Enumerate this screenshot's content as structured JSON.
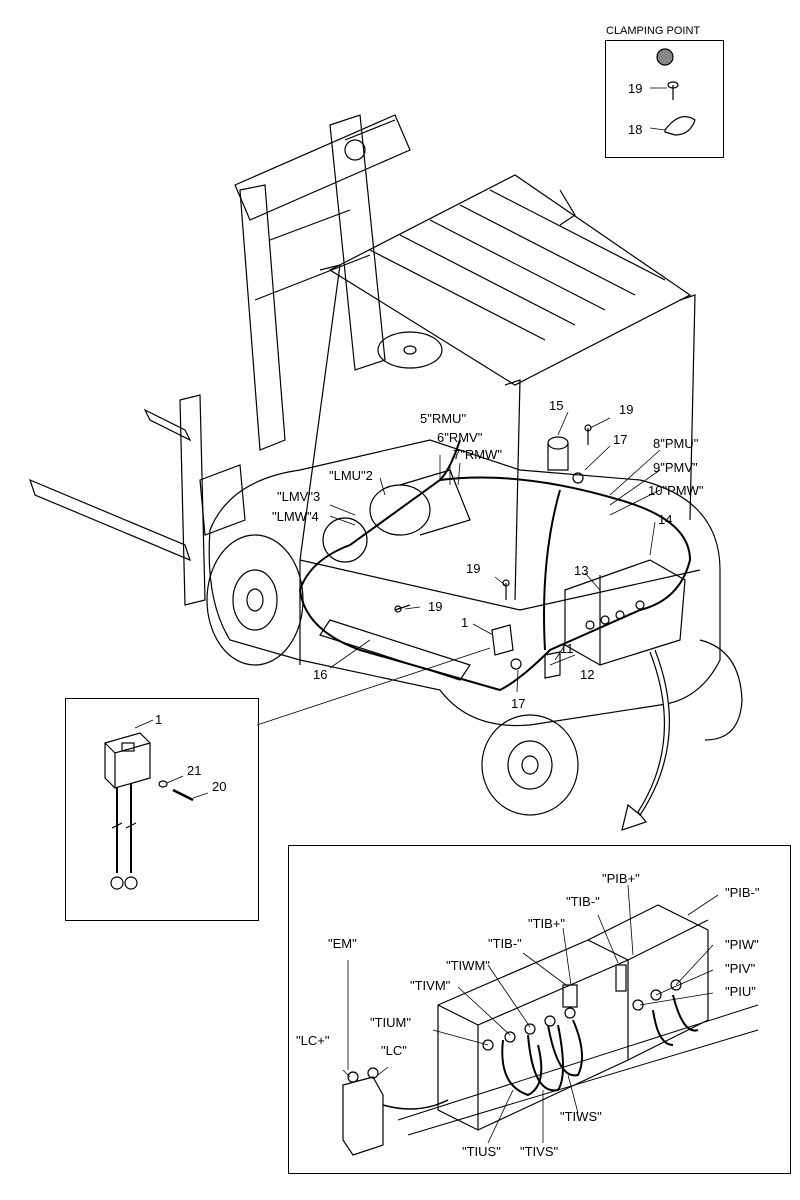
{
  "inset_clamp": {
    "title": "CLAMPING POINT",
    "parts": [
      "19",
      "18"
    ]
  },
  "main_callouts": {
    "p1": "1",
    "p11": "11",
    "p12": "12",
    "p13": "13",
    "p14": "14",
    "p15": "15",
    "p16": "16",
    "p17a": "17",
    "p17b": "17",
    "p19a": "19",
    "p19b": "19",
    "p19c": "19",
    "w2": "\"LMU\"2",
    "w3": "\"LMV\"3",
    "w4": "\"LMW\"4",
    "w5": "5\"RMU\"",
    "w6": "6\"RMV\"",
    "w7": "7\"RMW\"",
    "w8": "8\"PMU\"",
    "w9": "9\"PMV\"",
    "w10": "10\"PMW\""
  },
  "inset_connector": {
    "parts": [
      "1",
      "21",
      "20"
    ]
  },
  "inset_controller": {
    "labels": {
      "pib_plus": "\"PIB+\"",
      "pib_minus": "\"PIB-\"",
      "tib_minus_1": "\"TIB-\"",
      "tib_plus": "\"TIB+\"",
      "tib_minus_2": "\"TIB-\"",
      "piw": "\"PIW\"",
      "piv": "\"PIV\"",
      "piu": "\"PIU\"",
      "em": "\"EM\"",
      "tiwm": "\"TIWM\"",
      "tivm": "\"TIVM\"",
      "tium": "\"TIUM\"",
      "lc_plus": "\"LC+\"",
      "lc": "\"LC\"",
      "tiws": "\"TIWS\"",
      "tius": "\"TIUS\"",
      "tivs": "\"TIVS\""
    }
  }
}
